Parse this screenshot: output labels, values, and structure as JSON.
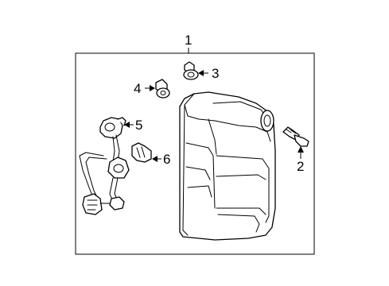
{
  "diagram": {
    "callouts": {
      "assembly": "1",
      "bolt": "2",
      "clip": "3",
      "grommet": "4",
      "socket": "5",
      "bulb": "6"
    },
    "line_color": "#000000",
    "background": "#ffffff"
  }
}
